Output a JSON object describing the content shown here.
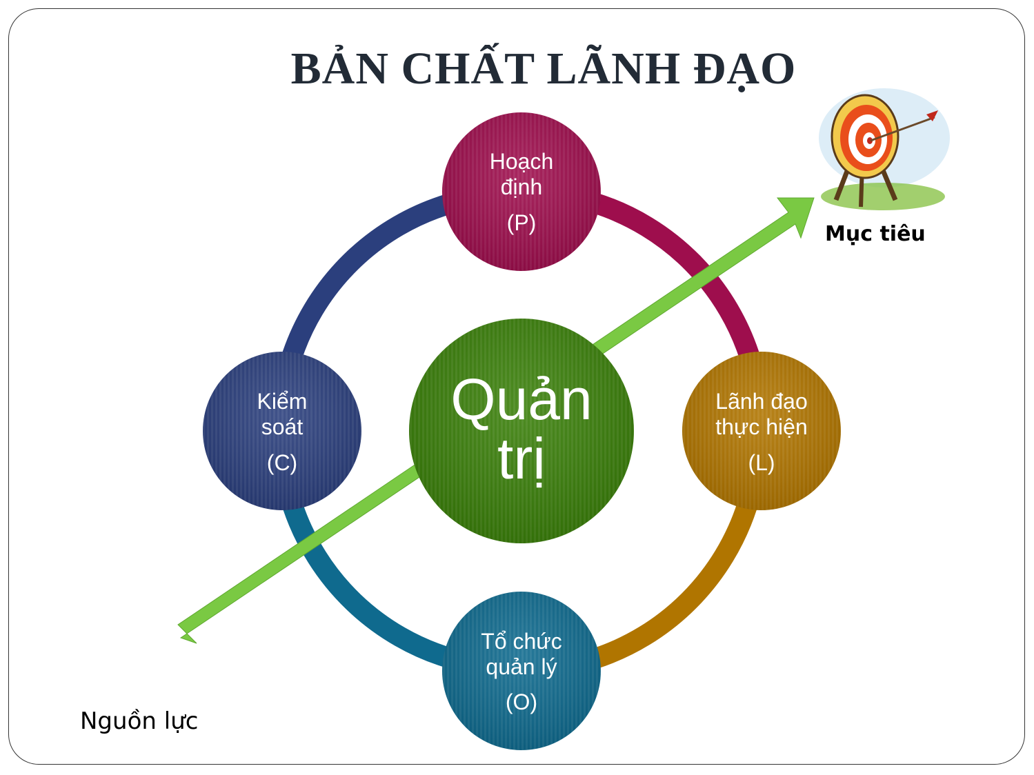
{
  "title": "BẢN CHẤT LÃNH ĐẠO",
  "center": {
    "line1": "Quản",
    "line2": "trị",
    "color": "#3a7f0a"
  },
  "nodes": {
    "p": {
      "line1": "Hoạch",
      "line2": "định",
      "code": "(P)",
      "color": "#9e0e4d"
    },
    "l": {
      "line1": "Lãnh đạo",
      "line2": "thực hiện",
      "code": "(L)",
      "color": "#b07500"
    },
    "o": {
      "line1": "Tổ chức",
      "line2": "quản lý",
      "code": "(O)",
      "color": "#0f6a8e"
    },
    "c": {
      "line1": "Kiểm",
      "line2": "soát",
      "code": "(C)",
      "color": "#2b3f7d"
    }
  },
  "arrow_color": "#7ac943",
  "goal_label": "Mục tiêu",
  "resource_label": "Nguồn lực",
  "goal_icon": "target-with-arrow-icon"
}
